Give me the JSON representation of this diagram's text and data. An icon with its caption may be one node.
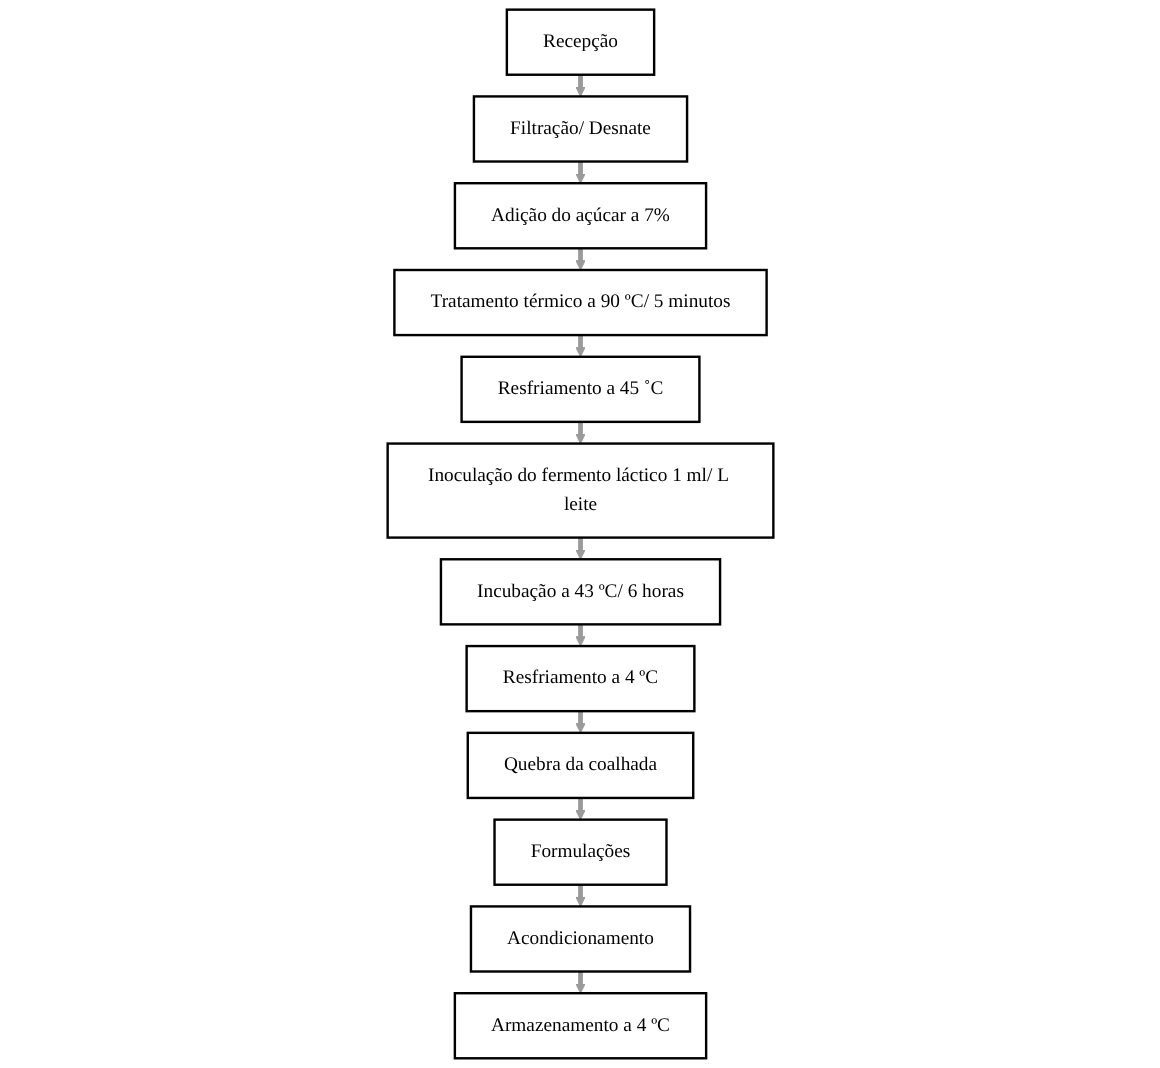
{
  "diagram": {
    "nodes": [
      {
        "text": [
          "Recepção"
        ]
      },
      {
        "text": [
          "Filtração/ Desnate"
        ]
      },
      {
        "text": [
          "Adição do açúcar a 7%"
        ]
      },
      {
        "text": [
          "Tratamento térmico a 90 ºC/ 5 minutos"
        ]
      },
      {
        "text": [
          "Resfriamento a 45 ˚C"
        ]
      },
      {
        "text": [
          "Inoculação do fermento láctico 1 ml/ L leite"
        ]
      },
      {
        "text": [
          "Incubação a 43 ºC/ 6 horas"
        ]
      },
      {
        "text": [
          "Resfriamento a 4 ºC"
        ]
      },
      {
        "text": [
          "Quebra da coalhada"
        ]
      },
      {
        "text": [
          "Formulações"
        ]
      },
      {
        "text": [
          "Acondicionamento"
        ]
      },
      {
        "text": [
          "Armazenamento a 4 ºC"
        ]
      }
    ],
    "edges": [
      {
        "from": 0,
        "to": 1,
        "arrow": "to"
      },
      {
        "from": 1,
        "to": 2,
        "arrow": "to"
      },
      {
        "from": 2,
        "to": 3,
        "arrow": "to"
      },
      {
        "from": 3,
        "to": 4,
        "arrow": "to"
      },
      {
        "from": 4,
        "to": 5,
        "arrow": "to"
      },
      {
        "from": 5,
        "to": 6,
        "arrow": "to"
      },
      {
        "from": 6,
        "to": 7,
        "arrow": "to"
      },
      {
        "from": 7,
        "to": 8,
        "arrow": "to"
      },
      {
        "from": 8,
        "to": 9,
        "arrow": "to"
      },
      {
        "from": 9,
        "to": 10,
        "arrow": "to"
      },
      {
        "from": 10,
        "to": 11,
        "arrow": "to"
      }
    ]
  }
}
